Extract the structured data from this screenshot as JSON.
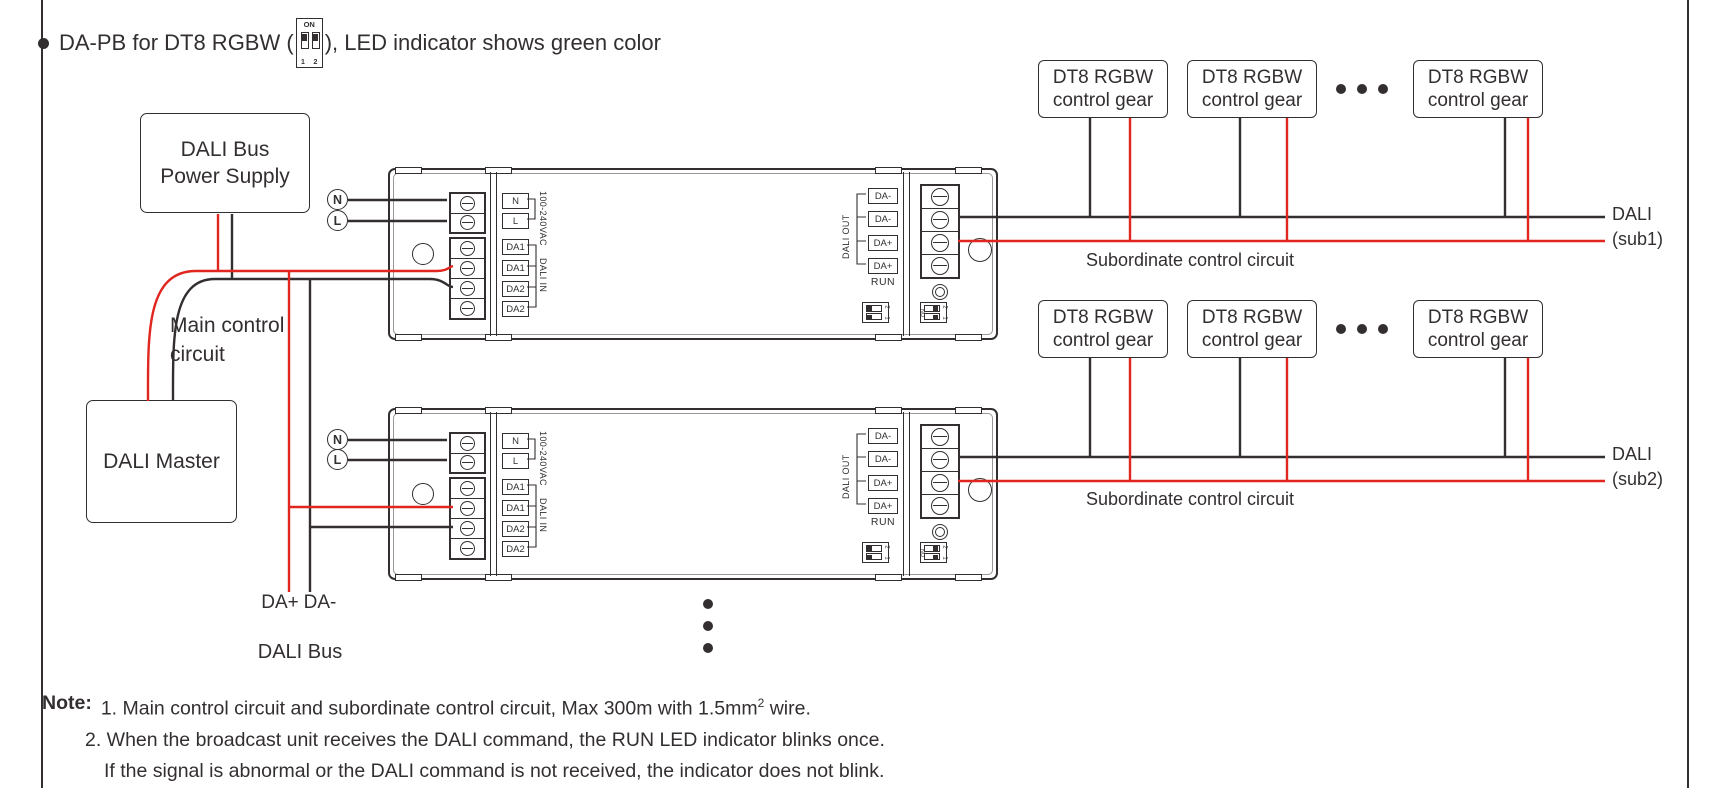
{
  "colors": {
    "ink": "#332f31",
    "red": "#e1251f"
  },
  "header": {
    "title_prefix": "DA-PB for DT8 RGBW (",
    "title_suffix": "), LED indicator shows green color",
    "dip": {
      "on": "ON",
      "pin1": "1",
      "pin2": "2"
    }
  },
  "blocks": {
    "power_supply_line1": "DALI Bus",
    "power_supply_line2": "Power Supply",
    "dali_master": "DALI Master",
    "dt8_line1": "DT8 RGBW",
    "dt8_line2": "control gear"
  },
  "wiring_labels": {
    "main_control_line1": "Main control",
    "main_control_line2": "circuit",
    "da_plus": "DA+",
    "da_minus": "DA-",
    "dali_bus": "DALI Bus",
    "subordinate": "Subordinate control circuit",
    "dali": "DALI",
    "sub1": "(sub1)",
    "sub2": "(sub2)",
    "neutral": "N",
    "live": "L"
  },
  "unit": {
    "power_terminals": [
      "N",
      "L"
    ],
    "dali_in_terminals": [
      "DA1",
      "DA1",
      "DA2",
      "DA2"
    ],
    "dali_out_terminals": [
      "DA-",
      "DA-",
      "DA+",
      "DA+"
    ],
    "voltage": "100-240VAC",
    "dali_in": "DALI IN",
    "dali_out": "DALI OUT",
    "run": "RUN",
    "dip": {
      "on": "ON",
      "pin1": "1",
      "pin2": "2"
    }
  },
  "note": {
    "label": "Note:",
    "line1_main": "1. Main control circuit and subordinate control circuit, Max 300m with 1.5mm",
    "line1_sup": "2",
    "line1_tail": " wire.",
    "line2": "2. When the broadcast unit receives the DALI command, the RUN LED indicator blinks once.",
    "line3": "If the signal is abnormal or the DALI command is not received, the indicator does not blink."
  }
}
